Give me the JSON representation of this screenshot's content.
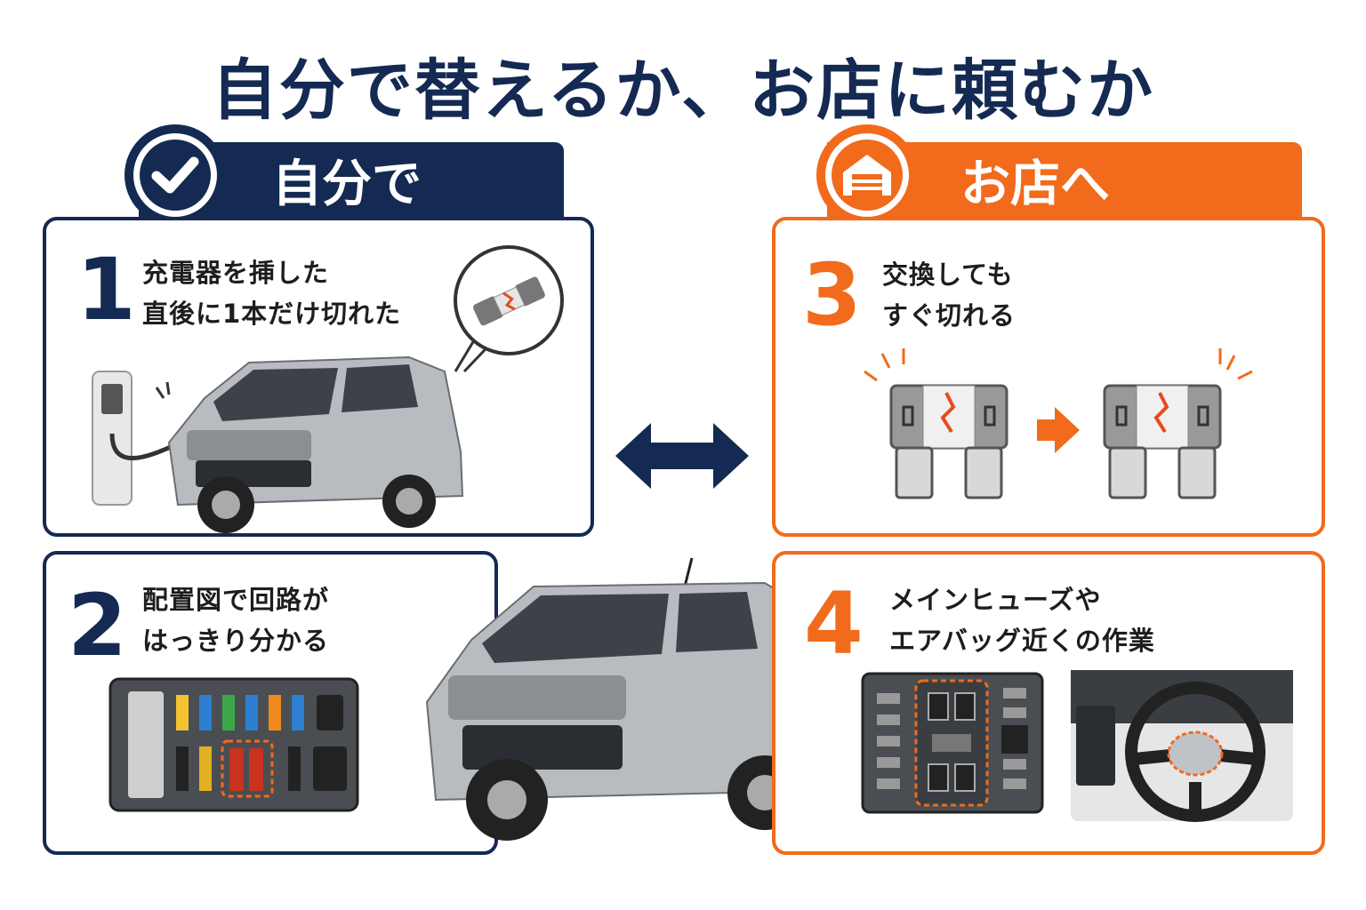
{
  "title": "自分で替えるか、お店に頼むか",
  "left_tab": {
    "label": "自分で",
    "icon": "check-icon"
  },
  "right_tab": {
    "label": "お店へ",
    "icon": "garage-icon"
  },
  "items": [
    {
      "number": "1",
      "line1": "充電器を挿した",
      "line2": "直後に1本だけ切れた"
    },
    {
      "number": "2",
      "line1": "配置図で回路が",
      "line2": "はっきり分かる"
    },
    {
      "number": "3",
      "line1": "交換しても",
      "line2": "すぐ切れる"
    },
    {
      "number": "4",
      "line1": "メインヒューズや",
      "line2": "エアバッグ近くの作業"
    }
  ],
  "colors": {
    "navy": "#142a52",
    "orange": "#f26a1b"
  },
  "center_icon": "double-arrow-icon"
}
